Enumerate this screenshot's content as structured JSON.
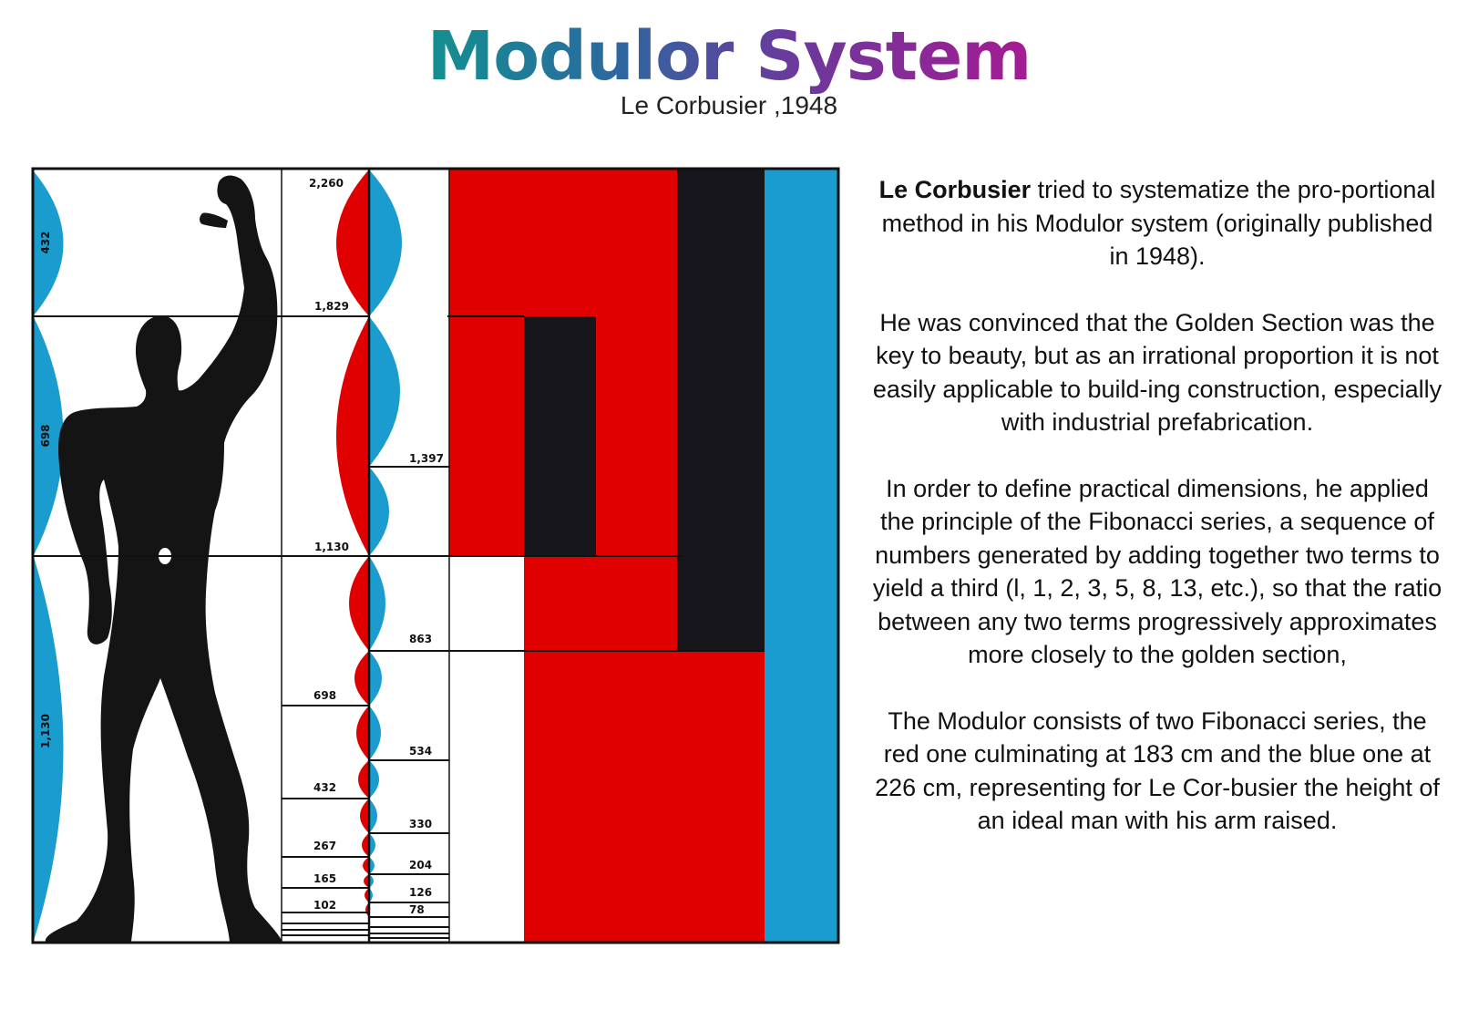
{
  "header": {
    "title": "Modulor System",
    "subtitle": "Le Corbusier ,1948"
  },
  "colors": {
    "blue": "#1b9ccf",
    "red": "#e00000",
    "black": "#17171b",
    "figure": "#141414"
  },
  "diagram": {
    "left_scale_labels": [
      "432",
      "698",
      "1,130"
    ],
    "red_series": [
      "2,260",
      "1,829",
      "1,130",
      "698",
      "432",
      "267",
      "165",
      "102"
    ],
    "blue_series": [
      "1,397",
      "863",
      "534",
      "330",
      "204",
      "126",
      "78"
    ]
  },
  "text": {
    "p1_bold": "Le Corbusier",
    "p1_rest": " tried to systematize the pro-portional method in his Modulor system (originally published in 1948).",
    "p2": "He was convinced that the Golden Section was the key to beauty, but as an irrational proportion it is not easily applicable to build-ing construction, especially with industrial prefabrication.",
    "p3": "In order to define practical dimensions, he applied the principle of the Fibonacci series, a sequence of numbers generated by adding together two terms to yield a third (l, 1, 2, 3, 5, 8, 13, etc.), so that the ratio between any two terms progressively approximates more closely to the golden section,",
    "p4": "The Modulor consists of two Fibonacci series, the red one culminating at 183 cm and the blue one at 226 cm, representing for Le Cor-busier the height of an ideal man with his arm raised."
  }
}
